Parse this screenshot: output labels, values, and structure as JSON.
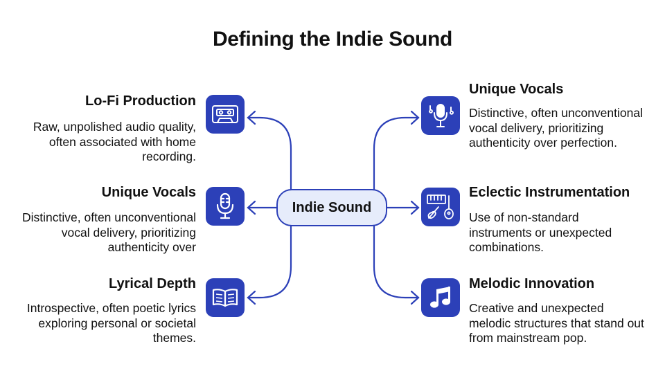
{
  "title": "Defining the Indie Sound",
  "center": {
    "label": "Indie Sound"
  },
  "colors": {
    "accent": "#2c40b8",
    "center_fill": "#e6ecfb",
    "text": "#111111"
  },
  "left_items": [
    {
      "title": "Lo-Fi Production",
      "description": "Raw, unpolished audio quality, often associated with home recording.",
      "icon": "cassette-tape-icon"
    },
    {
      "title": "Unique Vocals",
      "description": "Distinctive, often unconventional vocal delivery, prioritizing authenticity over",
      "icon": "microphone-icon"
    },
    {
      "title": "Lyrical Depth",
      "description": "Introspective, often poetic lyrics exploring personal or societal themes.",
      "icon": "open-book-icon"
    }
  ],
  "right_items": [
    {
      "title": "Unique Vocals",
      "description": "Distinctive, often unconventional vocal delivery, prioritizing authenticity over perfection.",
      "icon": "singing-microphone-icon"
    },
    {
      "title": "Eclectic Instrumentation",
      "description": "Use of non-standard instruments or unexpected combinations.",
      "icon": "instruments-icon"
    },
    {
      "title": "Melodic Innovation",
      "description": "Creative and unexpected melodic structures that stand out from mainstream pop.",
      "icon": "music-note-icon"
    }
  ]
}
